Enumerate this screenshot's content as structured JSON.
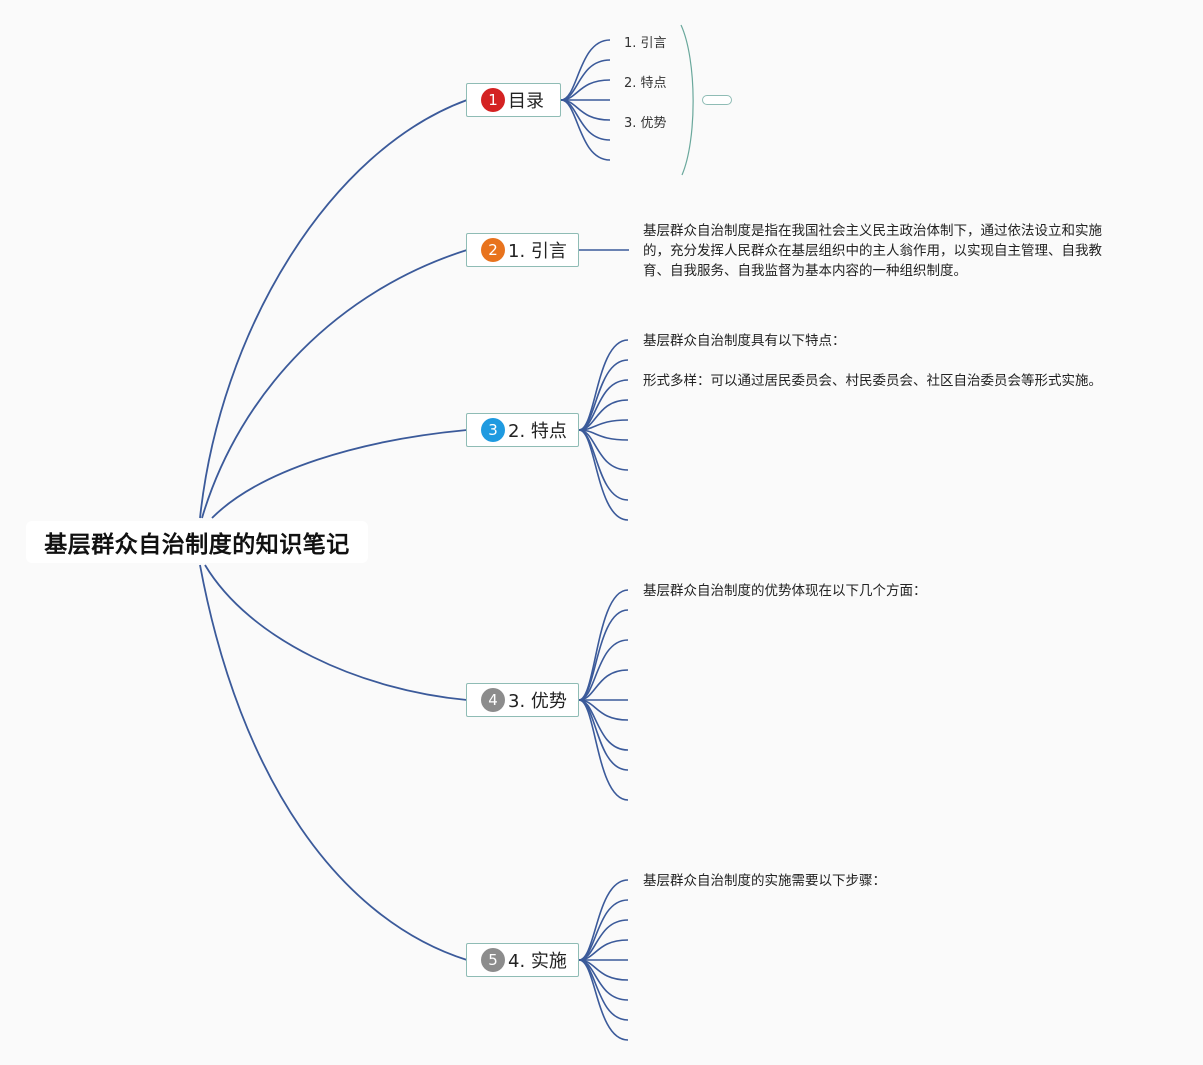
{
  "root": {
    "title": "基层群众自治制度的知识笔记"
  },
  "topics": [
    {
      "badge": "1",
      "label": "目录",
      "color": "#d42222"
    },
    {
      "badge": "2",
      "label": "1. 引言",
      "color": "#e8731d"
    },
    {
      "badge": "3",
      "label": "2. 特点",
      "color": "#1f9ae0"
    },
    {
      "badge": "4",
      "label": "3. 优势",
      "color": "#8c8c8c"
    },
    {
      "badge": "5",
      "label": "4. 实施",
      "color": "#8c8c8c"
    }
  ],
  "toc": [
    "1. 引言",
    "2. 特点",
    "3. 优势"
  ],
  "notes": {
    "intro": "基层群众自治制度是指在我国社会主义民主政治体制下，通过依法设立和实施的，充分发挥人民群众在基层组织中的主人翁作用，以实现自主管理、自我教育、自我服务、自我监督为基本内容的一种组织制度。",
    "features_heading": "基层群众自治制度具有以下特点：",
    "features_first": "形式多样：可以通过居民委员会、村民委员会、社区自治委员会等形式实施。",
    "advantages_heading": "基层群众自治制度的优势体现在以下几个方面：",
    "implementation_heading": "基层群众自治制度的实施需要以下步骤："
  },
  "colors": {
    "link": "#3b5a9a",
    "topic_border": "#8fbcb5",
    "bracket": "#6aa89c"
  }
}
